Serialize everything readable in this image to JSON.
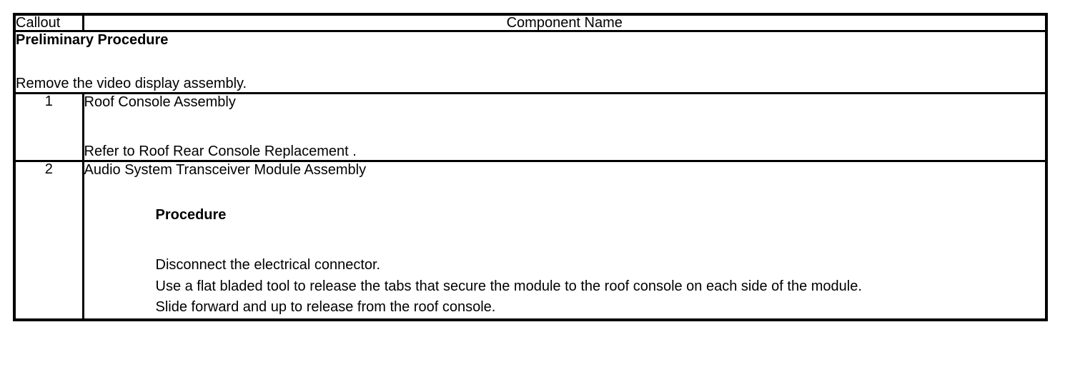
{
  "table": {
    "columns": [
      {
        "key": "callout",
        "header": "Callout",
        "align": "left"
      },
      {
        "key": "component_name",
        "header": "Component Name",
        "align": "center"
      }
    ],
    "preliminary": {
      "title": "Preliminary Procedure",
      "body": "Remove the video display assembly."
    },
    "rows": [
      {
        "callout": "1",
        "component_name": "Roof Console Assembly",
        "refer": "Refer to Roof Rear Console Replacement ."
      },
      {
        "callout": "2",
        "component_name": "Audio System Transceiver Module Assembly",
        "procedure_heading": "Procedure",
        "steps": [
          "Disconnect the electrical connector.",
          "Use a flat bladed tool to release the tabs that secure the module to the roof console on each side of the module.",
          "Slide forward and up to release from the roof console."
        ]
      }
    ]
  },
  "style": {
    "border_color": "#000000",
    "text_color": "#000000",
    "background": "#ffffff"
  }
}
